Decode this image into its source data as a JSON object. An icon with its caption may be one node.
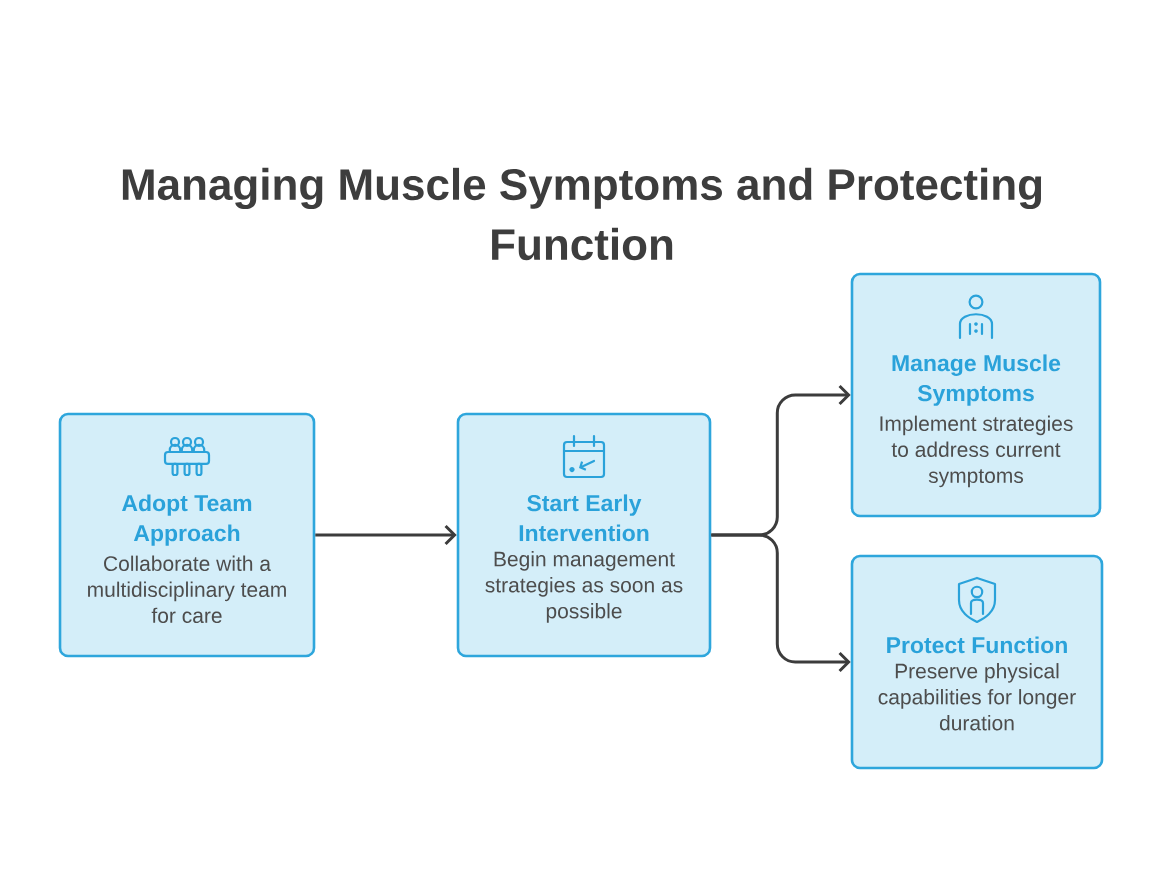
{
  "diagram": {
    "title": "Managing Muscle Symptoms and Protecting Function",
    "nodes": [
      {
        "text": [
          "Adopt Team Approach",
          "Collaborate with a multidisciplinary team for care"
        ]
      },
      {
        "text": [
          "Start Early Intervention",
          "Begin management strategies as soon as possible"
        ]
      },
      {
        "text": [
          "Manage Muscle Symptoms",
          "Implement strategies to address current symptoms"
        ]
      },
      {
        "text": [
          "Protect Function",
          "Preserve physical capabilities for longer duration"
        ]
      }
    ],
    "edges": [
      {
        "from": 0,
        "to": 1,
        "arrow": "to"
      },
      {
        "from": 1,
        "to": 2,
        "arrow": "to"
      },
      {
        "from": 1,
        "to": 3,
        "arrow": "to"
      }
    ]
  }
}
